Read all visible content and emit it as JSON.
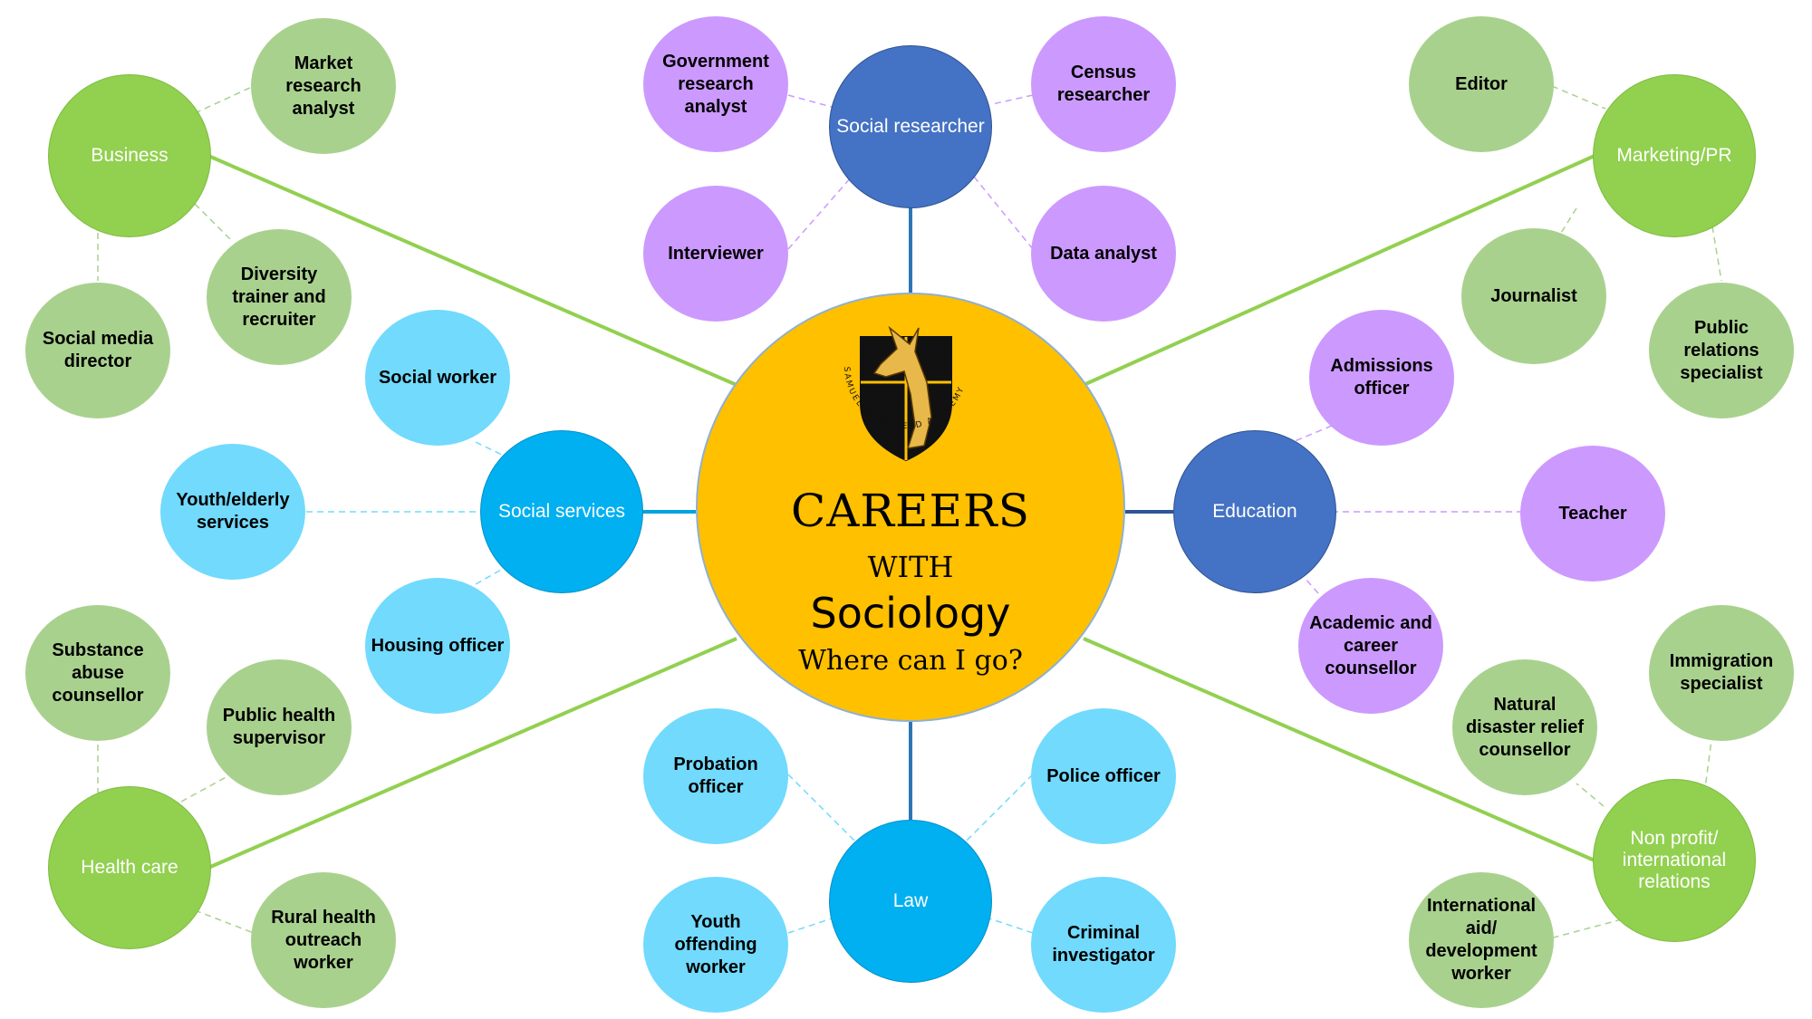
{
  "center": {
    "title": "CAREERS",
    "with": "WITH",
    "subject": "Sociology",
    "question": "Where can I go?",
    "logo_text": "SAMUEL WHITBREAD ACADEMY",
    "logo_icon": "kangaroo-shield-crest-icon"
  },
  "colors": {
    "center": "#FFC000",
    "hub_blue": "#4472C4",
    "hub_cyan": "#00B0F0",
    "hub_green": "#92D050",
    "leaf_purple": "#CC99FF",
    "leaf_lightblue": "#71DAFD",
    "leaf_sage": "#A9D18E"
  },
  "branches": {
    "social_researcher": {
      "label": "Social researcher",
      "careers": [
        "Government research analyst",
        "Census researcher",
        "Interviewer",
        "Data analyst"
      ]
    },
    "education": {
      "label": "Education",
      "careers": [
        "Admissions officer",
        "Teacher",
        "Academic and career counsellor"
      ]
    },
    "law": {
      "label": "Law",
      "careers": [
        "Probation officer",
        "Police officer",
        "Youth offending worker",
        "Criminal investigator"
      ]
    },
    "social_services": {
      "label": "Social services",
      "careers": [
        "Social worker",
        "Youth/elderly services",
        "Housing officer"
      ]
    },
    "business": {
      "label": "Business",
      "careers": [
        "Market research analyst",
        "Diversity trainer and recruiter",
        "Social media director"
      ]
    },
    "marketing_pr": {
      "label": "Marketing/PR",
      "careers": [
        "Editor",
        "Journalist",
        "Public relations specialist"
      ]
    },
    "health_care": {
      "label": "Health care",
      "careers": [
        "Substance abuse counsellor",
        "Public health supervisor",
        "Rural health outreach worker"
      ]
    },
    "non_profit": {
      "label": "Non profit/ international relations",
      "careers": [
        "Immigration specialist",
        "Natural disaster relief counsellor",
        "International aid/ development worker"
      ]
    }
  }
}
